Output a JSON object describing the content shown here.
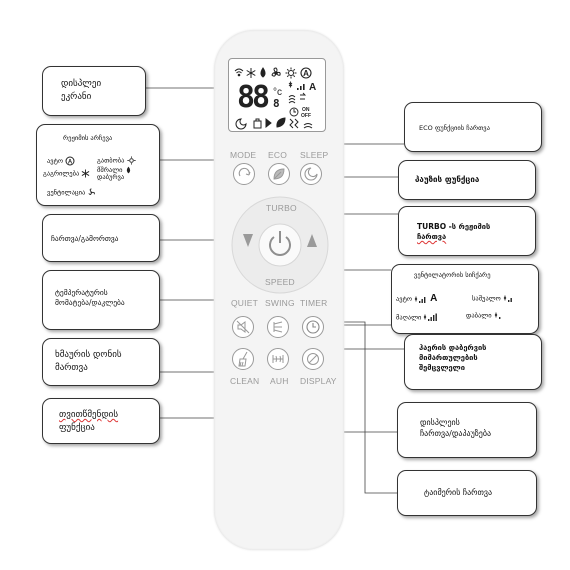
{
  "lcd": {
    "temp_digits": "88",
    "small_digit": "8",
    "unit": "°c",
    "on_off_1": "ON",
    "on_off_2": "OFF",
    "mode_auto_letter": "A",
    "fan_auto_letter": "A"
  },
  "remote": {
    "mode": "MODE",
    "eco": "ECO",
    "sleep": "SLEEP",
    "turbo": "TURBO",
    "speed": "SPEED",
    "quiet": "QUIET",
    "swing": "SWING",
    "timer": "TIMER",
    "clean": "CLEAN",
    "auh": "AUH",
    "display": "DISPLAY"
  },
  "callouts": {
    "display_screen": [
      "დისპლეი",
      "ეკრანი"
    ],
    "mode_selection": {
      "title": "რეჟიმის არჩევა",
      "auto": "ავტო",
      "heating": "გათბობა",
      "cooling": "გაგრილება",
      "dry": "მშრალი",
      "dry_2": "დაბურვა",
      "fan": "ვენტილაცია"
    },
    "on_off": "ჩართვა/გამორთვა",
    "temp_adjust": [
      "ტემპერატურის",
      "მომატება/დაკლება"
    ],
    "quiet_level": [
      "ხმაურის დონის",
      "მართვა"
    ],
    "self_clean": [
      "თვითწმენდის",
      "ფუნქცია"
    ],
    "eco": "ECO ფუნქციის ჩართვა",
    "pause": "პაუზის ფუნქცია",
    "turbo": [
      "TURBO -ს რეჟიმის",
      "ჩართვა"
    ],
    "fan_speed": {
      "title": "ვენტილატორის სიჩქარე",
      "auto": "ავტო",
      "medium": "საშუალო",
      "high": "მაღალი",
      "low": "დაბალი",
      "auto_letter": "A"
    },
    "air_flow": [
      "ჰაერის დაბერვის",
      "მიმართულების",
      "შემცვლელი"
    ],
    "display_toggle": [
      "დისპლეის",
      "ჩართვა/დაპაუზება"
    ],
    "timer": "ტაიმერის ჩართვა"
  }
}
